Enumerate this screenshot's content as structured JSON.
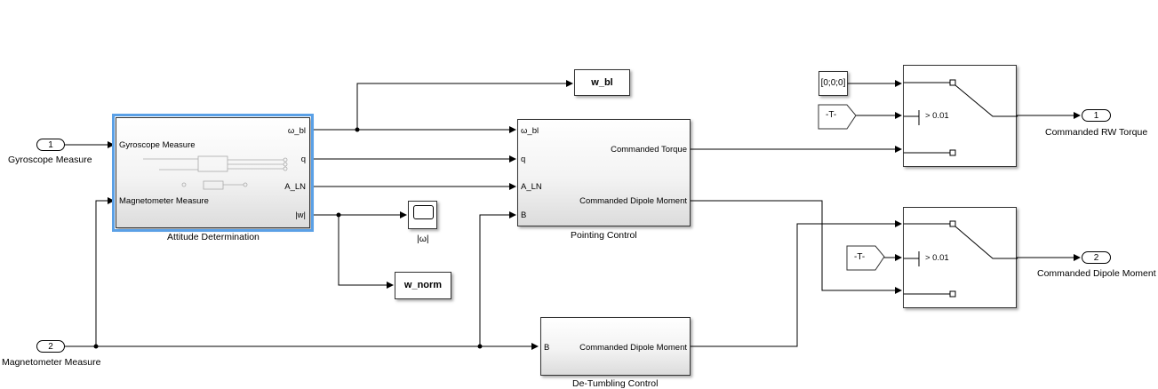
{
  "inports": [
    {
      "number": "1",
      "label": "Gyroscope Measure"
    },
    {
      "number": "2",
      "label": "Magnetometer Measure"
    }
  ],
  "outports": [
    {
      "number": "1",
      "label": "Commanded RW Torque"
    },
    {
      "number": "2",
      "label": "Commanded Dipole Moment"
    }
  ],
  "attitude_block": {
    "name": "Attitude Determination",
    "inputs": [
      "Gyroscope Measure",
      "Magnetometer Measure"
    ],
    "outputs": [
      "ω_bl",
      "q",
      "A_LN",
      "|w|"
    ]
  },
  "pointing_block": {
    "name": "Pointing Control",
    "inputs": [
      "ω_bl",
      "q",
      "A_LN",
      "B"
    ],
    "outputs": [
      "Commanded Torque",
      "Commanded Dipole Moment"
    ]
  },
  "detumbling_block": {
    "name": "De-Tumbling Control",
    "input": "B",
    "output": "Commanded Dipole Moment"
  },
  "goto_blocks": [
    "w_bl",
    "w_norm"
  ],
  "scope_label": "|ω|",
  "constant_value": "[0;0;0]",
  "from_tags": [
    "-T-",
    "-T-"
  ],
  "switch_thresholds": [
    "> 0.01",
    "> 0.01"
  ]
}
